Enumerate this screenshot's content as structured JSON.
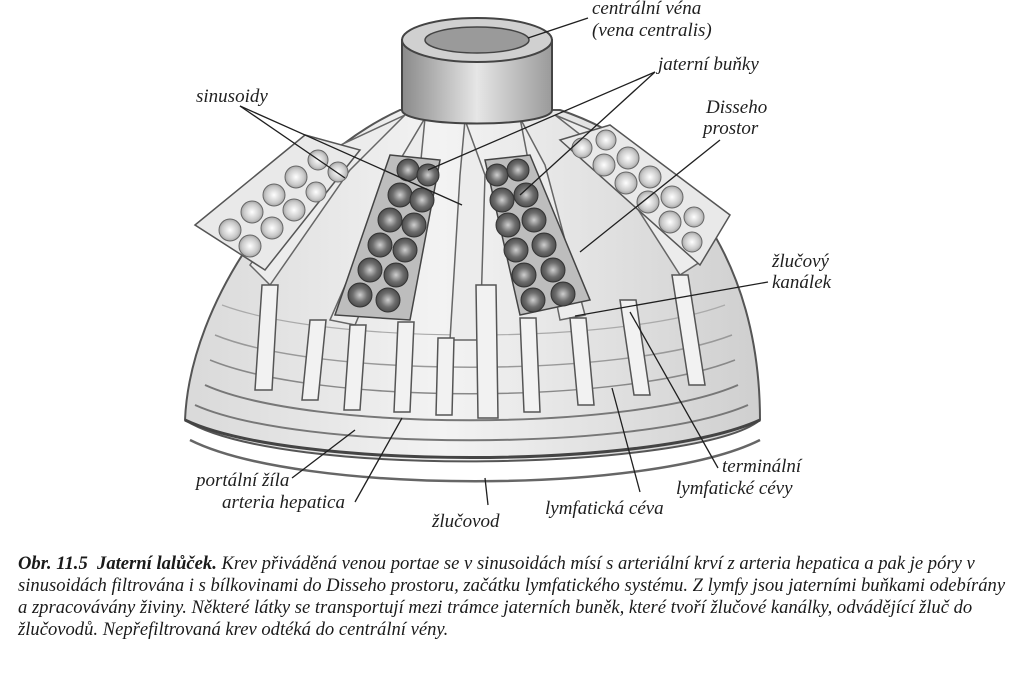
{
  "labels": {
    "vena_centralis_1": "centrální véna",
    "vena_centralis_2": "(vena centralis)",
    "jaterni_bunky": "jaterní buňky",
    "sinusoidy": "sinusoidy",
    "disse_1": "Disseho",
    "disse_2": "prostor",
    "zlucovy_1": "žlučový",
    "zlucovy_2": "kanálek",
    "terminalni_1": "terminální",
    "terminalni_2": "lymfatické cévy",
    "portalni": "portální žíla",
    "arteria": "arteria hepatica",
    "zlucovod": "žlučovod",
    "lymfaticka": "lymfatická céva"
  },
  "caption": {
    "figure_no": "Obr. 11.5",
    "figure_title": "Jaterní lalůček.",
    "text": "Krev přiváděná venou portae se v sinusoidách mísí s arteriální krví z arteria hepatica a pak je póry v sinusoidách filtrována i s bílkovinami do Disseho prostoru, začátku lymfatického systému. Z lymfy jsou jaterními buňkami odebírány a zpracovávány živiny. Některé látky se transportují mezi trámce jaterních buněk, které tvoří žlučové kanálky, odvádějící žluč do žlučovodů. Nepřefiltrovaná krev odtéká do centrální vény."
  }
}
